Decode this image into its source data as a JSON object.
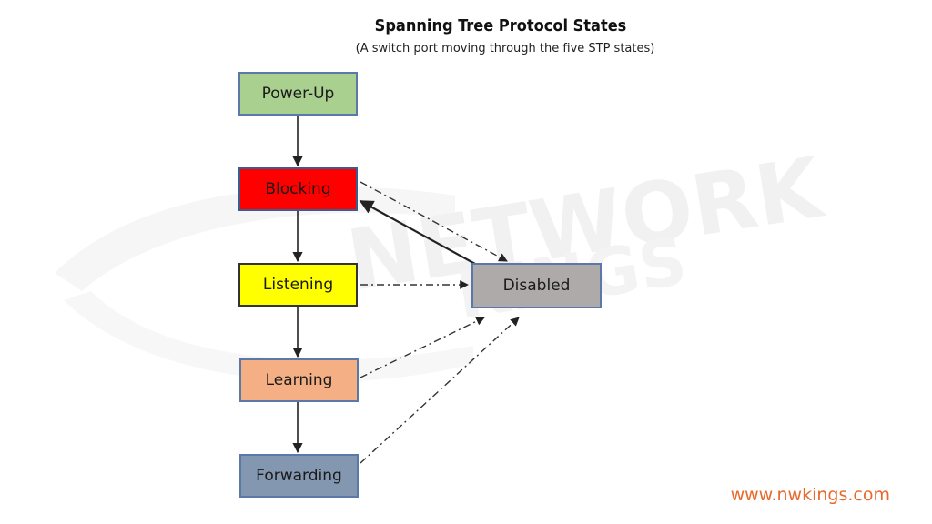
{
  "diagram": {
    "title": "Spanning Tree Protocol States",
    "subtitle": "(A switch port moving through the five STP states)",
    "nodes": {
      "power_up": "Power-Up",
      "blocking": "Blocking",
      "listening": "Listening",
      "learning": "Learning",
      "forwarding": "Forwarding",
      "disabled": "Disabled"
    },
    "colors": {
      "power_up": "#a9d08e",
      "blocking": "#ff0000",
      "listening": "#ffff00",
      "learning": "#f4b084",
      "forwarding": "#8497b0",
      "disabled": "#aeaaaa"
    },
    "edges": [
      {
        "from": "Power-Up",
        "to": "Blocking",
        "style": "solid"
      },
      {
        "from": "Blocking",
        "to": "Listening",
        "style": "solid"
      },
      {
        "from": "Listening",
        "to": "Learning",
        "style": "solid"
      },
      {
        "from": "Learning",
        "to": "Forwarding",
        "style": "solid"
      },
      {
        "from": "Disabled",
        "to": "Blocking",
        "style": "solid"
      },
      {
        "from": "Blocking",
        "to": "Disabled",
        "style": "dash-dot"
      },
      {
        "from": "Listening",
        "to": "Disabled",
        "style": "dash-dot"
      },
      {
        "from": "Learning",
        "to": "Disabled",
        "style": "dash-dot"
      },
      {
        "from": "Forwarding",
        "to": "Disabled",
        "style": "dash-dot"
      }
    ]
  },
  "watermark": {
    "text_top": "NETWORK",
    "text_bottom": "KINGS"
  },
  "footer": {
    "website": "www.nwkings.com"
  }
}
